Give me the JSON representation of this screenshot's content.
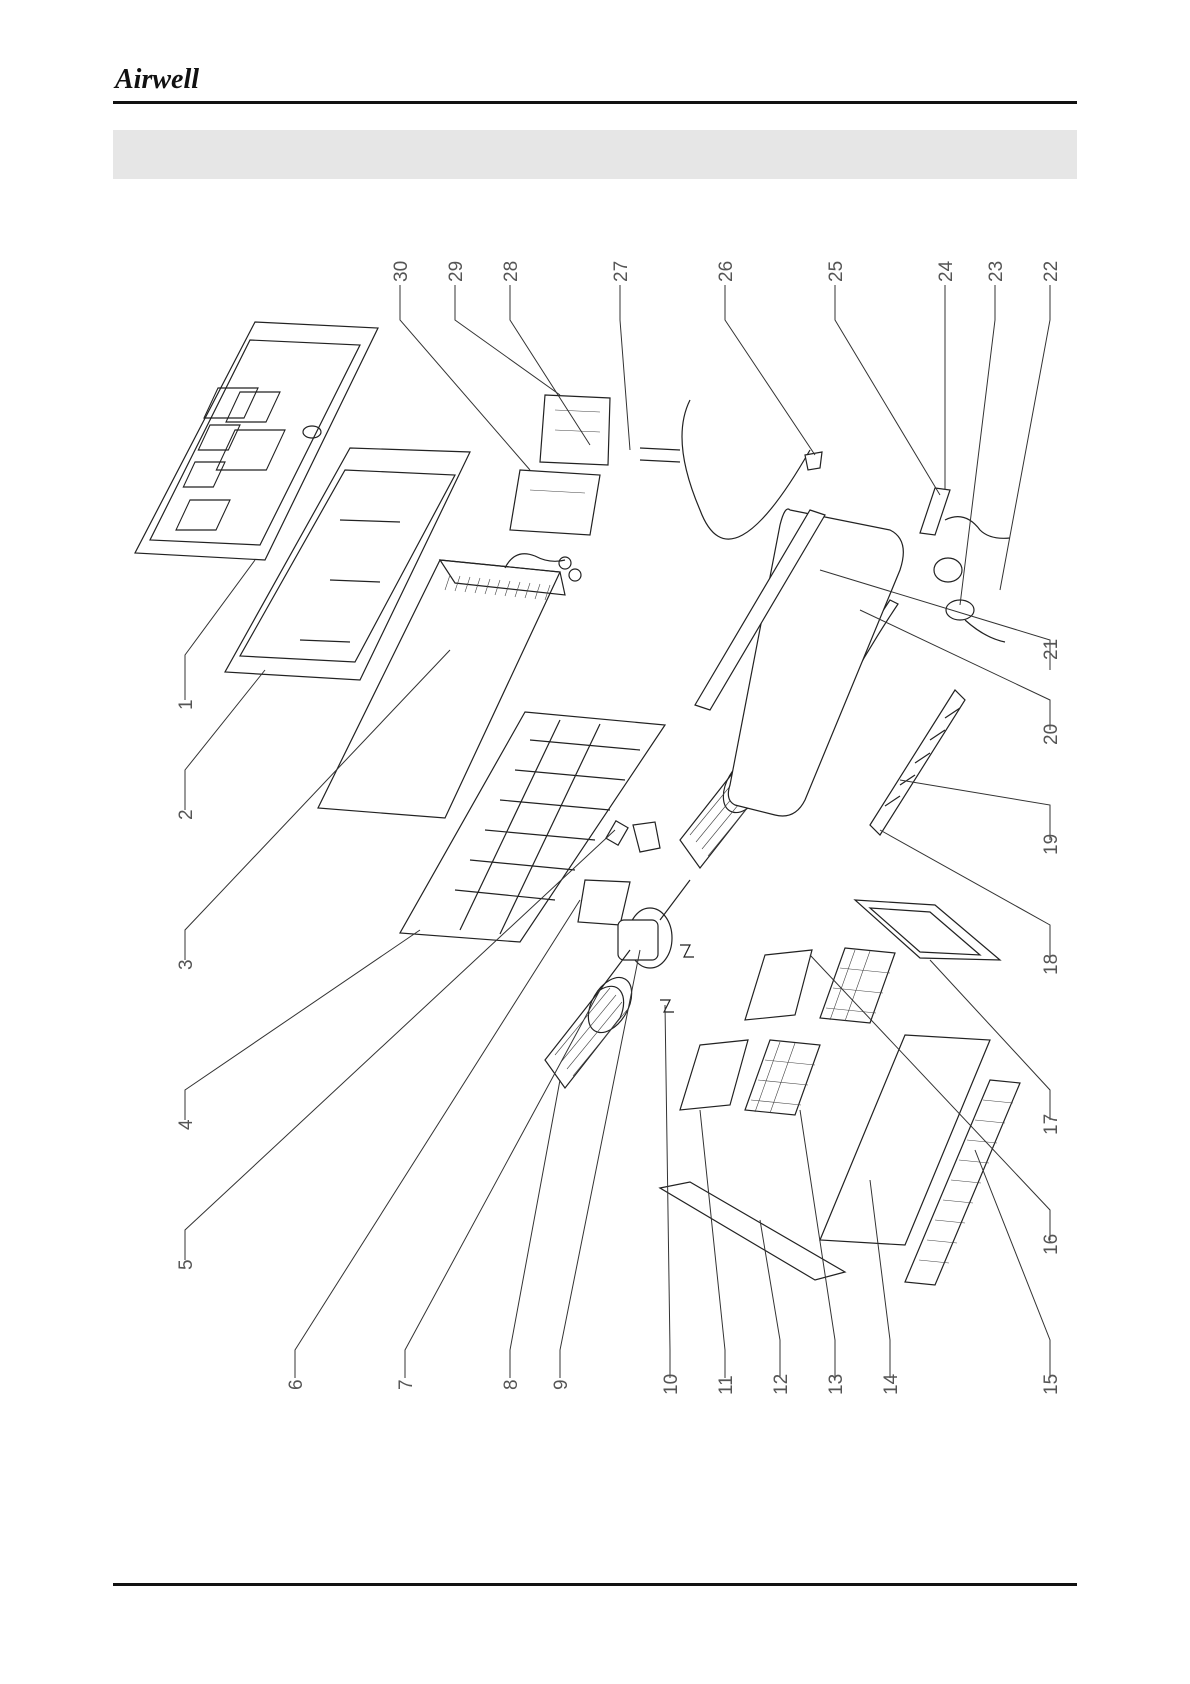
{
  "brand": {
    "logo_text": "Airwell"
  },
  "header": {
    "title": ""
  },
  "diagram": {
    "callouts": [
      {
        "label": "1"
      },
      {
        "label": "2"
      },
      {
        "label": "3"
      },
      {
        "label": "4"
      },
      {
        "label": "5"
      },
      {
        "label": "6"
      },
      {
        "label": "7"
      },
      {
        "label": "8"
      },
      {
        "label": "9"
      },
      {
        "label": "10"
      },
      {
        "label": "11"
      },
      {
        "label": "12"
      },
      {
        "label": "13"
      },
      {
        "label": "14"
      },
      {
        "label": "15"
      },
      {
        "label": "16"
      },
      {
        "label": "17"
      },
      {
        "label": "18"
      },
      {
        "label": "19"
      },
      {
        "label": "20"
      },
      {
        "label": "21"
      },
      {
        "label": "22"
      },
      {
        "label": "23"
      },
      {
        "label": "24"
      },
      {
        "label": "25"
      },
      {
        "label": "26"
      },
      {
        "label": "27"
      },
      {
        "label": "28"
      },
      {
        "label": "29"
      },
      {
        "label": "30"
      }
    ]
  }
}
